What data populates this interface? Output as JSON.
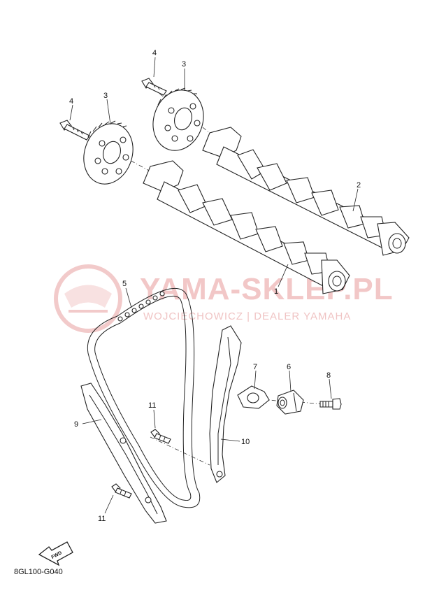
{
  "watermark": {
    "title": "YAMA-SKLEP.PL",
    "subtitle": "WOJCIECHOWICZ | DEALER YAMAHA",
    "color": "#e8a0a0"
  },
  "callouts": {
    "c1": "1",
    "c2": "2",
    "c3a": "3",
    "c3b": "3",
    "c4a": "4",
    "c4b": "4",
    "c5": "5",
    "c6": "6",
    "c7": "7",
    "c8": "8",
    "c9": "9",
    "c10": "10",
    "c11a": "11",
    "c11b": "11"
  },
  "fwd_badge": "FWD",
  "diagram_code": "8GL100-G040"
}
